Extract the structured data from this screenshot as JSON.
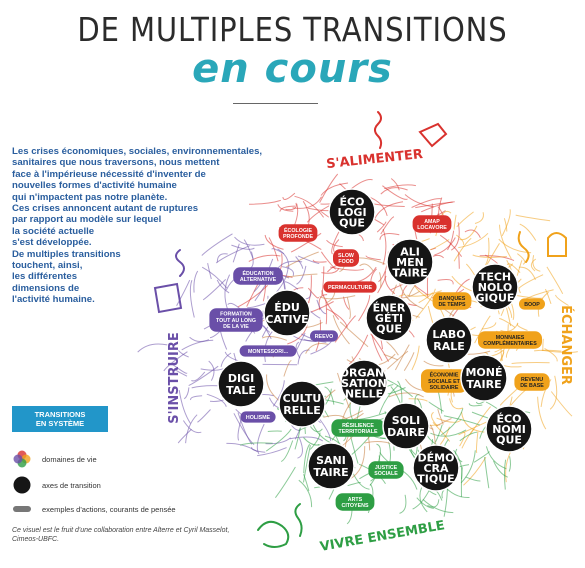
{
  "header": {
    "title": "DE MULTIPLES TRANSITIONS",
    "subtitle": "en cours"
  },
  "intro": [
    "Les crises économiques, sociales, environnementales,",
    "sanitaires que nous traversons, nous mettent",
    "face à l'impérieuse nécessité d'inventer de",
    "nouvelles formes d'activité humaine",
    "qui n'impactent pas notre planète.",
    "Ces crises annoncent autant de ruptures",
    "par rapport au modèle sur lequel",
    "la société actuelle",
    "s'est développée.",
    "De multiples transitions",
    "touchent, ainsi,",
    "les différentes",
    "dimensions de",
    "l'activité humaine."
  ],
  "tag": "TRANSITIONS\nEN SYSTÈME",
  "legend": {
    "domains": "domaines de vie",
    "axes": "axes de transition",
    "examples": "exemples d'actions, courants de pensée"
  },
  "credit": "Ce visuel est le fruit d'une collaboration entre Alterre et Cyril Masselot, Cimeos-UBFC.",
  "colors": {
    "alimenter": "#d9322e",
    "echanger": "#f0a21b",
    "vivre": "#2e9e44",
    "instruire": "#6a4fa8",
    "accent": "#2aa7b9",
    "intro_text": "#2a5e9e"
  },
  "domains": [
    {
      "id": "alimenter",
      "label": "S'ALIMENTER",
      "color": "#d9322e"
    },
    {
      "id": "echanger",
      "label": "ÉCHANGER",
      "color": "#f0a21b"
    },
    {
      "id": "vivre",
      "label": "VIVRE ENSEMBLE",
      "color": "#2e9e44"
    },
    {
      "id": "instruire",
      "label": "S'INSTRUIRE",
      "color": "#6a4fa8"
    }
  ],
  "axes": [
    {
      "lines": [
        "ÉCO",
        "LOGI",
        "QUE"
      ]
    },
    {
      "lines": [
        "ALI",
        "MEN",
        "TAIRE"
      ]
    },
    {
      "lines": [
        "TECH",
        "NOLO",
        "GIQUE"
      ]
    },
    {
      "lines": [
        "ÉDU",
        "CATIVE"
      ]
    },
    {
      "lines": [
        "ÉNER",
        "GÉTI",
        "QUE"
      ]
    },
    {
      "lines": [
        "LABO",
        "RALE"
      ]
    },
    {
      "lines": [
        "DIGI",
        "TALE"
      ]
    },
    {
      "lines": [
        "ORGANI",
        "SATION",
        "NELLE"
      ]
    },
    {
      "lines": [
        "MONÉ",
        "TAIRE"
      ]
    },
    {
      "lines": [
        "CULTU",
        "RELLE"
      ]
    },
    {
      "lines": [
        "SOLI",
        "DAIRE"
      ]
    },
    {
      "lines": [
        "ÉCO",
        "NOMI",
        "QUE"
      ]
    },
    {
      "lines": [
        "SANI",
        "TAIRE"
      ]
    },
    {
      "lines": [
        "DÉMO",
        "CRA",
        "TIQUE"
      ]
    }
  ],
  "pills": [
    {
      "lines": [
        "ÉCOLOGIE",
        "PROFONDE"
      ],
      "domain": "alimenter"
    },
    {
      "lines": [
        "AMAP",
        "LOCAVORE"
      ],
      "domain": "alimenter"
    },
    {
      "lines": [
        "SLOW",
        "FOOD"
      ],
      "domain": "alimenter"
    },
    {
      "lines": [
        "PERMACULTURE"
      ],
      "domain": "alimenter"
    },
    {
      "lines": [
        "BANQUES",
        "DE TEMPS"
      ],
      "domain": "echanger"
    },
    {
      "lines": [
        "BOOP"
      ],
      "domain": "echanger"
    },
    {
      "lines": [
        "MONNAIES",
        "COMPLÉMENTAIRES"
      ],
      "domain": "echanger"
    },
    {
      "lines": [
        "ÉCONOMIE",
        "SOCIALE ET",
        "SOLIDAIRE"
      ],
      "domain": "echanger"
    },
    {
      "lines": [
        "REVENU",
        "DE BASE"
      ],
      "domain": "echanger"
    },
    {
      "lines": [
        "ÉDUCATION",
        "ALTERNATIVE"
      ],
      "domain": "instruire"
    },
    {
      "lines": [
        "FORMATION",
        "TOUT AU LONG",
        "DE LA VIE"
      ],
      "domain": "instruire"
    },
    {
      "lines": [
        "REEVO"
      ],
      "domain": "instruire"
    },
    {
      "lines": [
        "MONTESSORI..."
      ],
      "domain": "instruire"
    },
    {
      "lines": [
        "HOLISME"
      ],
      "domain": "instruire"
    },
    {
      "lines": [
        "RÉSILIENCE",
        "TERRITORIALE"
      ],
      "domain": "vivre"
    },
    {
      "lines": [
        "JUSTICE",
        "SOCIALE"
      ],
      "domain": "vivre"
    },
    {
      "lines": [
        "ARTS",
        "CITOYENS"
      ],
      "domain": "vivre"
    }
  ]
}
